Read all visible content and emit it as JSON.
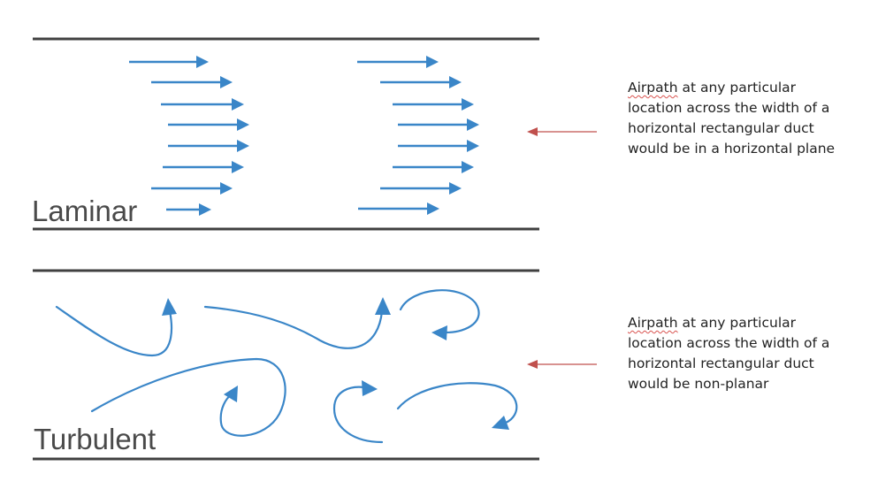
{
  "labels": {
    "laminar": "Laminar",
    "turbulent": "Turbulent"
  },
  "notes": {
    "laminar": {
      "first_word": "Airpath",
      "first_rest": " at any particular",
      "lines": [
        "location across the width of a",
        "horizontal rectangular duct",
        "would be in a horizontal plane"
      ]
    },
    "turbulent": {
      "first_word": "Airpath",
      "first_rest": " at any particular",
      "lines": [
        "location across the width of a",
        "horizontal rectangular duct",
        "would be non-planar"
      ]
    }
  },
  "colors": {
    "flow": "#3a86c8",
    "wall": "#404040",
    "pointer": "#c0504d",
    "spellcheck": "#d9534f"
  },
  "icons": {
    "flow_arrow": "right-arrow-icon",
    "pointer_arrow": "left-arrow-icon"
  }
}
